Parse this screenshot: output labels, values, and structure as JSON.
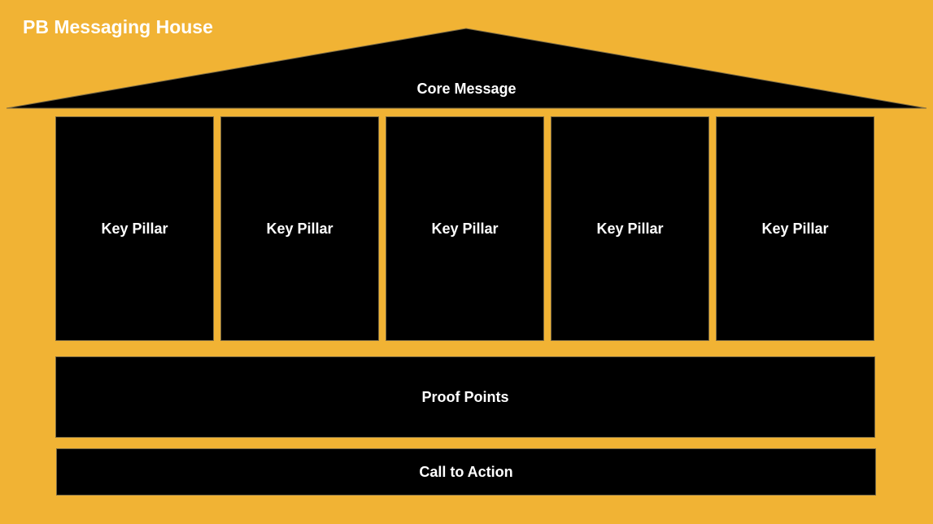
{
  "diagram": {
    "title": "PB Messaging House",
    "roof_label": "Core Message",
    "pillars": [
      {
        "label": "Key Pillar"
      },
      {
        "label": "Key Pillar"
      },
      {
        "label": "Key Pillar"
      },
      {
        "label": "Key Pillar"
      },
      {
        "label": "Key Pillar"
      }
    ],
    "proof_points_label": "Proof Points",
    "call_to_action_label": "Call to Action"
  },
  "colors": {
    "background": "#F1B334",
    "blocks": "#000000",
    "text": "#FFFFFF"
  }
}
